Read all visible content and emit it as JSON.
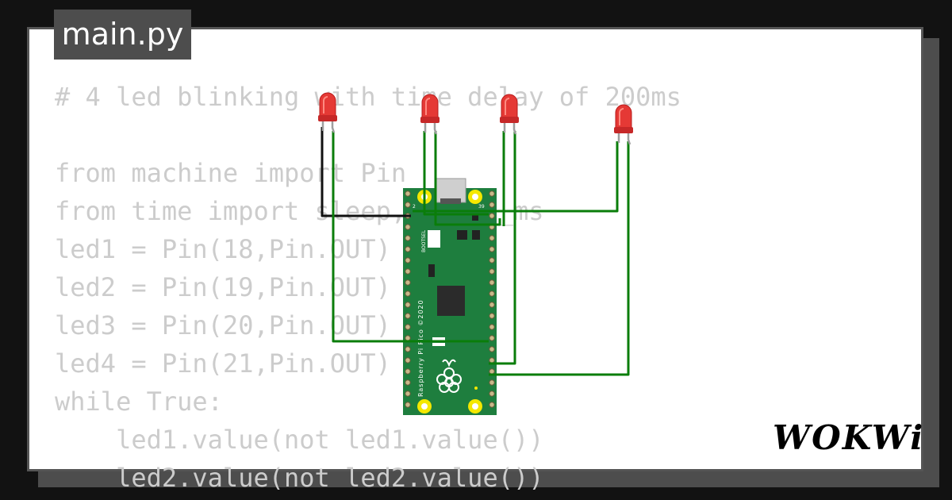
{
  "file_tab": {
    "label": "main.py"
  },
  "code_lines": [
    "# 4 led blinking with time delay of 200ms",
    "",
    "from machine import Pin",
    "from time import sleep, sleep_ms",
    "led1 = Pin(18,Pin.OUT)",
    "led2 = Pin(19,Pin.OUT)",
    "led3 = Pin(20,Pin.OUT)",
    "led4 = Pin(21,Pin.OUT)",
    "while True:",
    "    led1.value(not led1.value())",
    "    led2.value(not led2.value())"
  ],
  "board": {
    "silkscreen_name": "Raspberry Pi Pico ©2020",
    "bootsel_label": "BOOTSEL",
    "pin_label_left": "2",
    "pin_label_right": "39",
    "board_color": "#1e7e3e"
  },
  "leds": [
    {
      "id": "led1",
      "color": "#e53935"
    },
    {
      "id": "led2",
      "color": "#e53935"
    },
    {
      "id": "led3",
      "color": "#e53935"
    },
    {
      "id": "led4",
      "color": "#e53935"
    }
  ],
  "wire_colors": {
    "signal": "#0a7d0a",
    "ground": "#111111"
  },
  "brand": {
    "logo_text": "WOKWi"
  }
}
